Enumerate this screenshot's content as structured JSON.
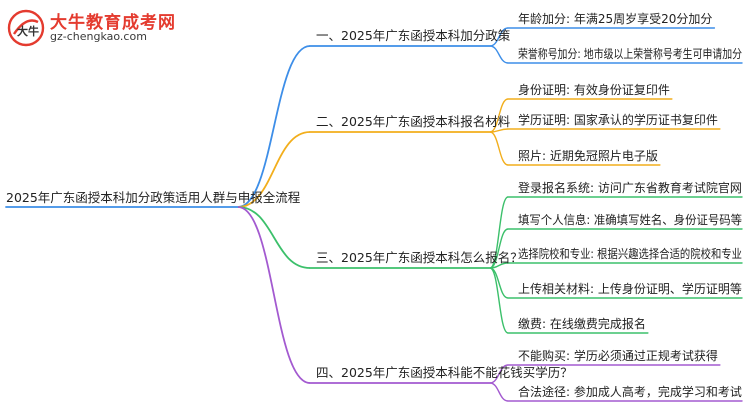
{
  "logo": {
    "title": "大牛教育成考网",
    "url": "gz-chengkao.com",
    "mark_text": "大牛"
  },
  "root": "2025年广东函授本科加分政策适用人群与申报全流程",
  "colors": {
    "branch1": "#3d8ee8",
    "branch2": "#f2ae1c",
    "branch3": "#3cc06b",
    "branch4": "#a35ad0",
    "root_line": "#3d8ee8"
  },
  "branches": [
    {
      "label": "一、2025年广东函授本科加分政策",
      "color_key": "branch1",
      "leaves": [
        "年龄加分: 年满25周岁享受20分加分",
        "荣誉称号加分: 地市级以上荣誉称号考生可申请加分"
      ]
    },
    {
      "label": "二、2025年广东函授本科报名材料",
      "color_key": "branch2",
      "leaves": [
        "身份证明: 有效身份证复印件",
        "学历证明: 国家承认的学历证书复印件",
        "照片: 近期免冠照片电子版"
      ]
    },
    {
      "label": "三、2025年广东函授本科怎么报名？",
      "color_key": "branch3",
      "leaves": [
        "登录报名系统: 访问广东省教育考试院官网",
        "填写个人信息: 准确填写姓名、身份证号码等",
        "选择院校和专业: 根据兴趣选择合适的院校和专业",
        "上传相关材料: 上传身份证明、学历证明等",
        "缴费: 在线缴费完成报名"
      ]
    },
    {
      "label": "四、2025年广东函授本科能不能花钱买学历？",
      "color_key": "branch4",
      "leaves": [
        "不能购买: 学历必须通过正规考试获得",
        "合法途径: 参加成人高考，完成学习和考试"
      ]
    }
  ]
}
